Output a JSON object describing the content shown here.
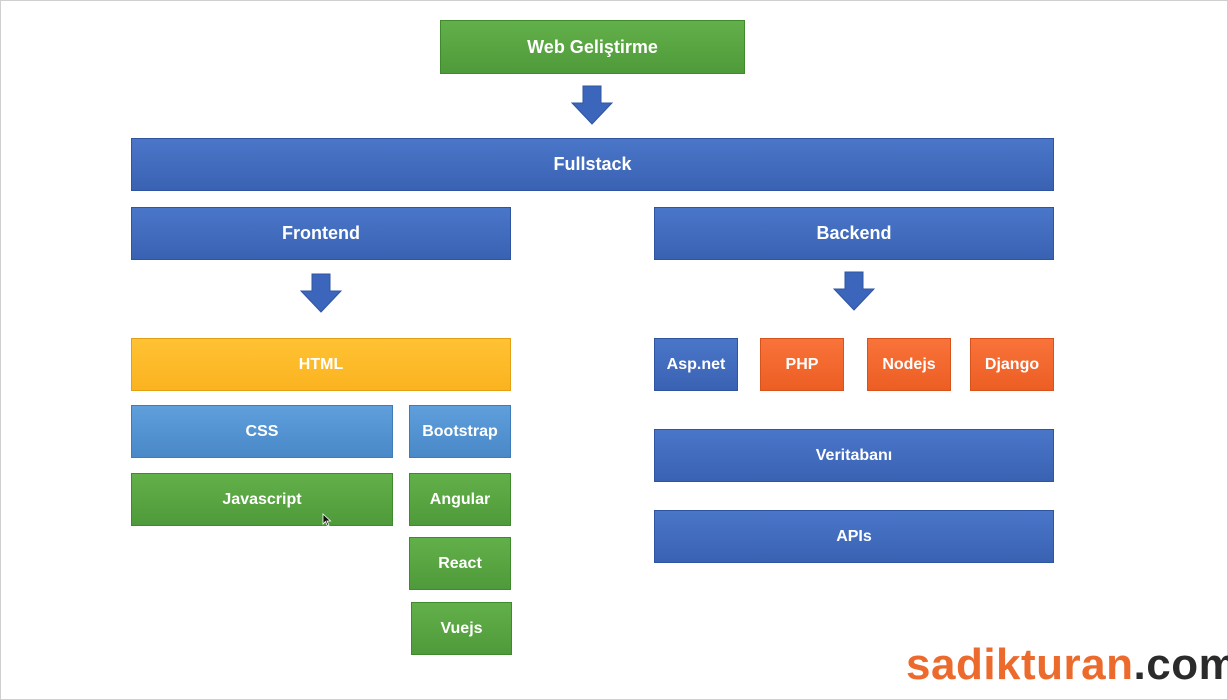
{
  "diagram": {
    "root": "Web Geliştirme",
    "fullstack": "Fullstack",
    "frontend": {
      "title": "Frontend",
      "html": "HTML",
      "css": "CSS",
      "javascript": "Javascript",
      "bootstrap": "Bootstrap",
      "angular": "Angular",
      "react": "React",
      "vuejs": "Vuejs"
    },
    "backend": {
      "title": "Backend",
      "aspnet": "Asp.net",
      "php": "PHP",
      "nodejs": "Nodejs",
      "django": "Django",
      "database": "Veritabanı",
      "apis": "APIs"
    }
  },
  "logo": {
    "part1": "sadikturan",
    "part2": ".com"
  },
  "colors": {
    "green": "#59a544",
    "blue": "#3f6bbd",
    "light_blue": "#5193d2",
    "yellow": "#fcb92a",
    "orange": "#f2682e",
    "arrow": "#3b66bb"
  }
}
